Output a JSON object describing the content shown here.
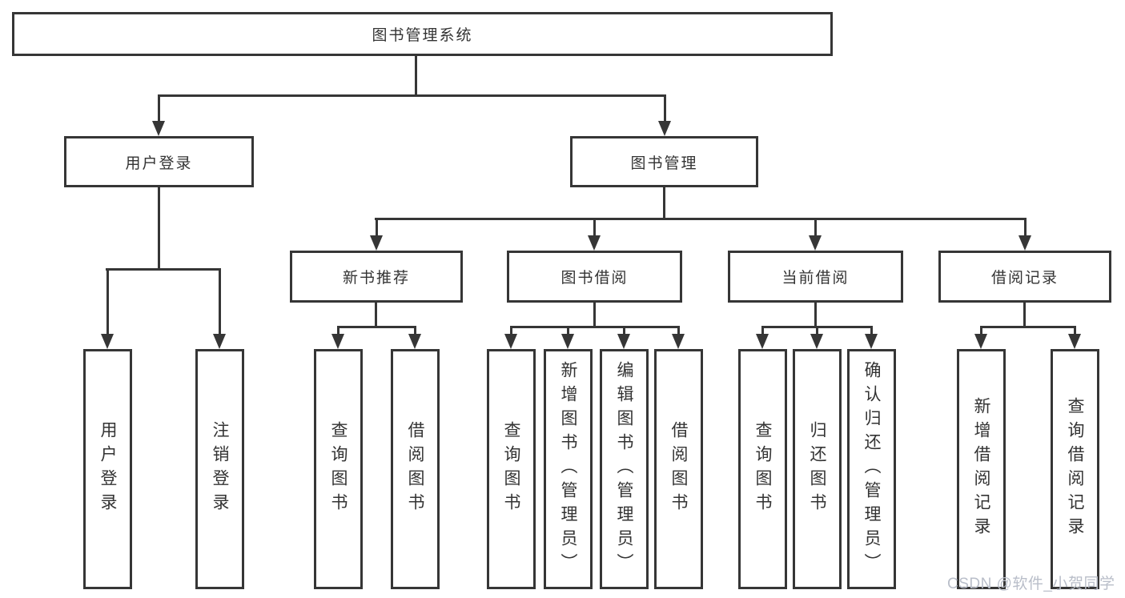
{
  "diagram": {
    "root": "图书管理系统",
    "level2": [
      {
        "label": "用户登录",
        "leaves": [
          "用户登录",
          "注销登录"
        ]
      },
      {
        "label": "图书管理",
        "sections": [
          {
            "label": "新书推荐",
            "leaves": [
              "查询图书",
              "借阅图书"
            ]
          },
          {
            "label": "图书借阅",
            "leaves": [
              "查询图书",
              "新增图书（管理员）",
              "编辑图书（管理员）",
              "借阅图书"
            ]
          },
          {
            "label": "当前借阅",
            "leaves": [
              "查询图书",
              "归还图书",
              "确认归还（管理员）"
            ]
          },
          {
            "label": "借阅记录",
            "leaves": [
              "新增借阅记录",
              "查询借阅记录"
            ]
          }
        ]
      }
    ]
  },
  "watermark": {
    "text": "CSDN @软件_小贺同学",
    "color": "#b9bec9"
  },
  "colors": {
    "line": "#363636",
    "text": "#333333",
    "background": "#ffffff"
  }
}
